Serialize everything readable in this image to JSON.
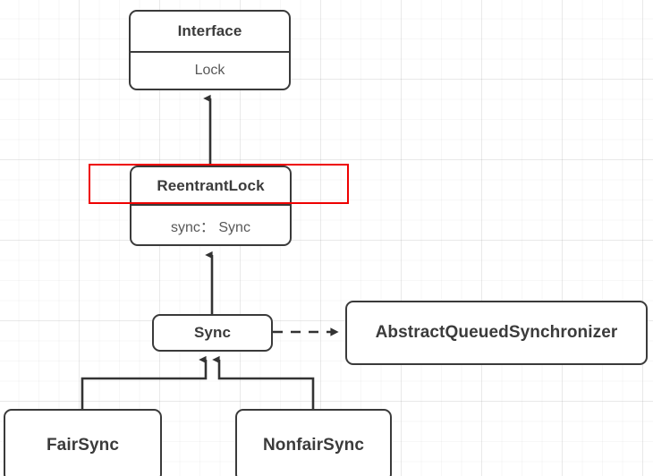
{
  "diagram": {
    "title": "ReentrantLock class hierarchy",
    "type": "uml-class-diagram",
    "background": "#ffffff",
    "grid": true,
    "accent_colors": {
      "node_border": "#3a3a3a",
      "node_fill": "#ffffff",
      "header_text": "#3b3b3b",
      "attribute_text": "#585858",
      "highlight": "#ee0000",
      "edge": "#333333",
      "grid_line": "#ececec"
    }
  },
  "nodes": {
    "interface": {
      "header": "Interface",
      "attribute": "Lock"
    },
    "reentrantlock": {
      "header": "ReentrantLock",
      "attribute": "sync： Sync"
    },
    "sync": {
      "header": "Sync"
    },
    "aqs": {
      "header": "AbstractQueuedSynchronizer"
    },
    "fairsync": {
      "header": "FairSync"
    },
    "nonfairsync": {
      "header": "NonfairSync"
    }
  },
  "edges": [
    {
      "name": "reentrantlock-implements-lock",
      "from": "reentrantlock",
      "to": "interface",
      "style": "solid",
      "arrow": "filled-triangle",
      "direction": "up"
    },
    {
      "name": "sync-inner-class-of-reentrantlock",
      "from": "sync",
      "to": "reentrantlock",
      "style": "solid",
      "arrow": "filled-triangle",
      "direction": "up"
    },
    {
      "name": "sync-extends-abstractqueuedsynchronizer",
      "from": "sync",
      "to": "aqs",
      "style": "dashed",
      "arrow": "filled-triangle",
      "direction": "right"
    },
    {
      "name": "fairsync-extends-sync",
      "from": "fairsync",
      "to": "sync",
      "style": "solid",
      "arrow": "filled-triangle",
      "direction": "up"
    },
    {
      "name": "nonfairsync-extends-sync",
      "from": "nonfairsync",
      "to": "sync",
      "style": "solid",
      "arrow": "filled-triangle",
      "direction": "up"
    }
  ],
  "annotations": [
    {
      "name": "reentrantlock-highlight",
      "shape": "rectangle",
      "color": "#ee0000",
      "target": "reentrantlock-header"
    }
  ]
}
